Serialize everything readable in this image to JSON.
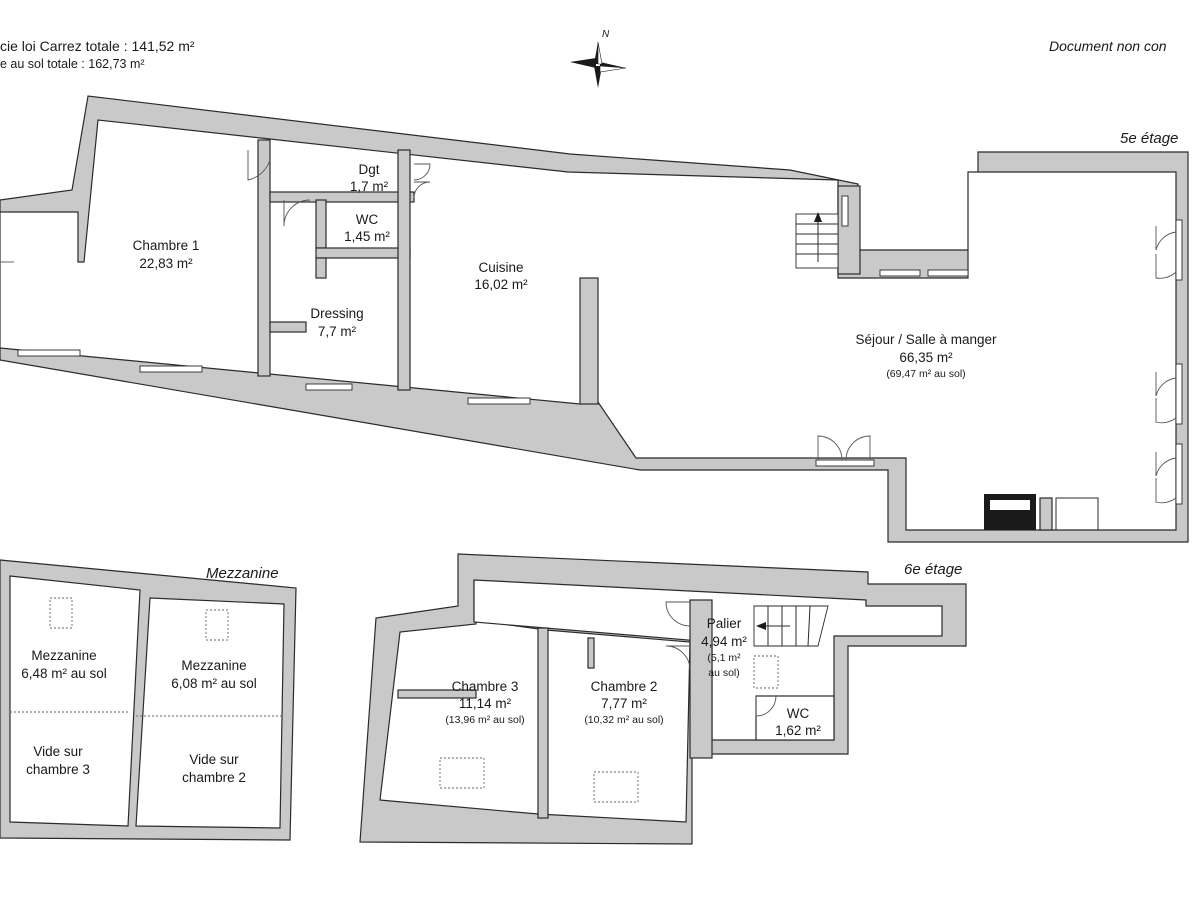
{
  "header": {
    "carrez_total": "cie loi Carrez totale :  141,52 m²",
    "sol_total": "e au sol totale :  162,73 m²",
    "disclaimer": "Document non con"
  },
  "compass": {
    "north_label": "N"
  },
  "floors": {
    "fifth": "5e étage",
    "mezzanine": "Mezzanine",
    "sixth": "6e étage"
  },
  "rooms_5": {
    "chambre1": {
      "name": "Chambre 1",
      "area": "22,83 m²"
    },
    "dgt": {
      "name": "Dgt",
      "area": "1,7 m²"
    },
    "wc": {
      "name": "WC",
      "area": "1,45 m²"
    },
    "dressing": {
      "name": "Dressing",
      "area": "7,7 m²"
    },
    "cuisine": {
      "name": "Cuisine",
      "area": "16,02 m²"
    },
    "sejour": {
      "name": "Séjour / Salle à manger",
      "area": "66,35 m²",
      "sol": "(69,47 m² au sol)"
    }
  },
  "rooms_mezz": {
    "mezz_left": {
      "name": "Mezzanine",
      "area": "6,48 m² au sol"
    },
    "mezz_right": {
      "name": "Mezzanine",
      "area": "6,08 m² au sol"
    },
    "vide3": {
      "line1": "Vide sur",
      "line2": "chambre 3"
    },
    "vide2": {
      "line1": "Vide sur",
      "line2": "chambre 2"
    }
  },
  "rooms_6": {
    "chambre3": {
      "name": "Chambre 3",
      "area": "11,14 m²",
      "sol": "(13,96 m² au sol)"
    },
    "chambre2": {
      "name": "Chambre 2",
      "area": "7,77 m²",
      "sol": "(10,32 m² au sol)"
    },
    "palier": {
      "name": "Palier",
      "area": "4,94 m²",
      "sol1": "(5,1 m²",
      "sol2": "au sol)"
    },
    "wc": {
      "name": "WC",
      "area": "1,62 m²"
    }
  },
  "colors": {
    "wall": "#c9c9c9",
    "line": "#2b2b2b",
    "background": "#ffffff"
  }
}
